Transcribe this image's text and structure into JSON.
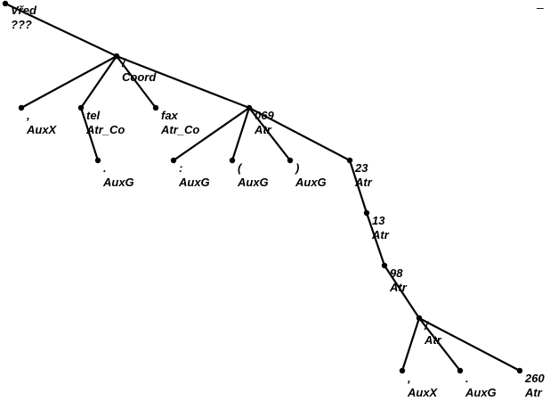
{
  "window": {
    "minimize_glyph": "–"
  },
  "tree": {
    "nodes": [
      {
        "id": "n0",
        "form": "Vřed",
        "afun": "???"
      },
      {
        "id": "n1",
        "form": "/",
        "afun": "Coord"
      },
      {
        "id": "n2",
        "form": ",",
        "afun": "AuxX"
      },
      {
        "id": "n3",
        "form": "tel",
        "afun": "Atr_Co"
      },
      {
        "id": "n4",
        "form": ".",
        "afun": "AuxG"
      },
      {
        "id": "n5",
        "form": "fax",
        "afun": "Atr_Co"
      },
      {
        "id": "n6",
        "form": "069",
        "afun": "Atr"
      },
      {
        "id": "n7",
        "form": ":",
        "afun": "AuxG"
      },
      {
        "id": "n8",
        "form": "(",
        "afun": "AuxG"
      },
      {
        "id": "n9",
        "form": ")",
        "afun": "AuxG"
      },
      {
        "id": "n10",
        "form": "23",
        "afun": "Atr"
      },
      {
        "id": "n11",
        "form": "13",
        "afun": "Atr"
      },
      {
        "id": "n12",
        "form": "98",
        "afun": "Atr"
      },
      {
        "id": "n13",
        "form": "/",
        "afun": "Atr"
      },
      {
        "id": "n14",
        "form": ",",
        "afun": "AuxX"
      },
      {
        "id": "n15",
        "form": ".",
        "afun": "AuxG"
      },
      {
        "id": "n16",
        "form": "260",
        "afun": "Atr"
      }
    ],
    "edges": [
      [
        "n0",
        "n1"
      ],
      [
        "n1",
        "n2"
      ],
      [
        "n1",
        "n3"
      ],
      [
        "n3",
        "n4"
      ],
      [
        "n1",
        "n5"
      ],
      [
        "n1",
        "n6"
      ],
      [
        "n6",
        "n7"
      ],
      [
        "n6",
        "n8"
      ],
      [
        "n6",
        "n9"
      ],
      [
        "n6",
        "n10"
      ],
      [
        "n10",
        "n11"
      ],
      [
        "n11",
        "n12"
      ],
      [
        "n12",
        "n13"
      ],
      [
        "n13",
        "n14"
      ],
      [
        "n13",
        "n15"
      ],
      [
        "n13",
        "n16"
      ]
    ]
  }
}
